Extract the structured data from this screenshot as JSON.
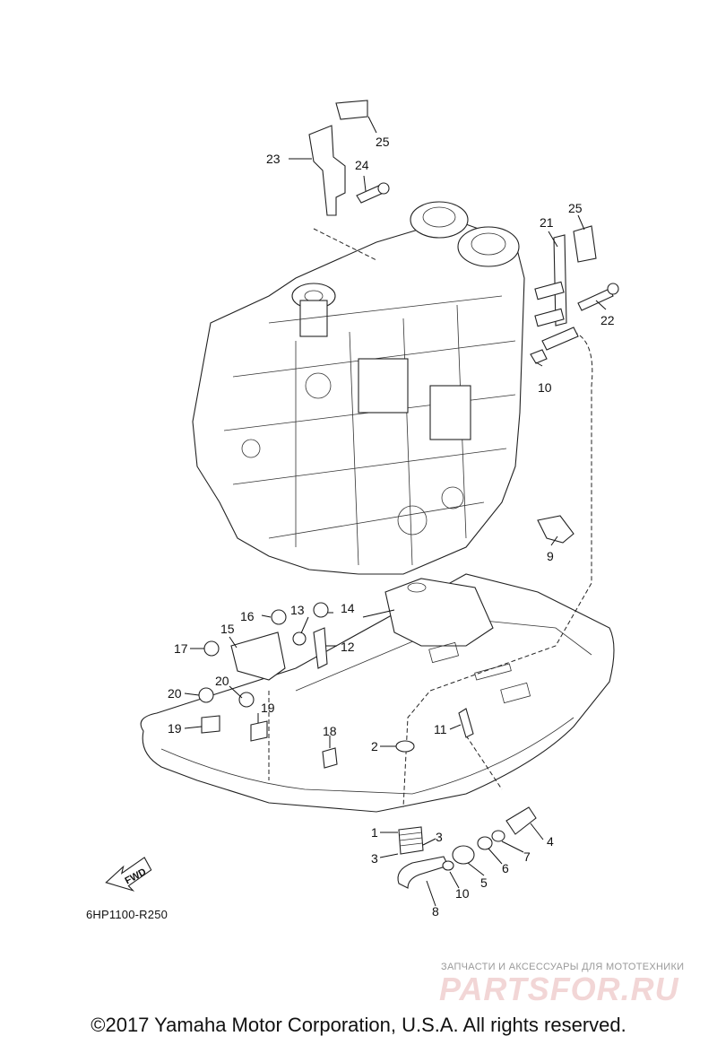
{
  "diagram": {
    "callouts": [
      "1",
      "2",
      "3",
      "3",
      "4",
      "5",
      "6",
      "7",
      "8",
      "9",
      "10",
      "10",
      "11",
      "12",
      "13",
      "14",
      "15",
      "16",
      "17",
      "18",
      "19",
      "19",
      "20",
      "20",
      "21",
      "22",
      "23",
      "24",
      "25",
      "25"
    ],
    "fwd_label": "FWD",
    "drawing_code": "6HP1100-R250"
  },
  "watermark": {
    "tagline": "ЗАПЧАСТИ И АКСЕССУАРЫ ДЛЯ МОТОТЕХНИКИ",
    "brand": "PARTSFOR.RU",
    "brand_color": "#f2d6d6"
  },
  "footer": {
    "copyright": "©2017 Yamaha Motor Corporation, U.S.A. All rights reserved."
  }
}
